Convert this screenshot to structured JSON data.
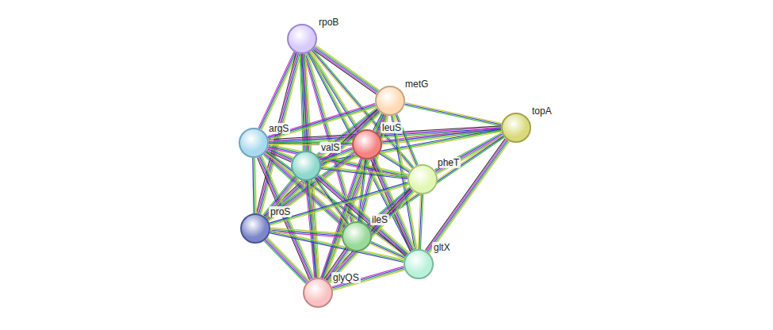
{
  "diagram": {
    "nodes": [
      {
        "text": [
          "rpoB"
        ]
      },
      {
        "text": [
          "metG"
        ]
      },
      {
        "text": [
          "topA"
        ]
      },
      {
        "text": [
          "argS"
        ]
      },
      {
        "text": [
          "leuS"
        ]
      },
      {
        "text": [
          "valS"
        ]
      },
      {
        "text": [
          "pheT"
        ]
      },
      {
        "text": [
          "proS"
        ]
      },
      {
        "text": [
          "ileS"
        ]
      },
      {
        "text": [
          "gltX"
        ]
      },
      {
        "text": [
          "glyQS"
        ]
      }
    ],
    "edges": [
      {
        "from": 0,
        "to": 1,
        "arrow": "none"
      },
      {
        "from": 0,
        "to": 3,
        "arrow": "none"
      },
      {
        "from": 0,
        "to": 4,
        "arrow": "none"
      },
      {
        "from": 0,
        "to": 5,
        "arrow": "none"
      },
      {
        "from": 0,
        "to": 6,
        "arrow": "none"
      },
      {
        "from": 0,
        "to": 7,
        "arrow": "none"
      },
      {
        "from": 0,
        "to": 8,
        "arrow": "none"
      },
      {
        "from": 0,
        "to": 9,
        "arrow": "none"
      },
      {
        "from": 0,
        "to": 10,
        "arrow": "none"
      },
      {
        "from": 2,
        "to": 1,
        "arrow": "none"
      },
      {
        "from": 2,
        "to": 3,
        "arrow": "none"
      },
      {
        "from": 2,
        "to": 4,
        "arrow": "none"
      },
      {
        "from": 2,
        "to": 5,
        "arrow": "none"
      },
      {
        "from": 2,
        "to": 6,
        "arrow": "none"
      },
      {
        "from": 2,
        "to": 8,
        "arrow": "none"
      },
      {
        "from": 2,
        "to": 9,
        "arrow": "none"
      },
      {
        "from": 1,
        "to": 3,
        "arrow": "none"
      },
      {
        "from": 1,
        "to": 4,
        "arrow": "none"
      },
      {
        "from": 1,
        "to": 5,
        "arrow": "none"
      },
      {
        "from": 1,
        "to": 6,
        "arrow": "none"
      },
      {
        "from": 1,
        "to": 7,
        "arrow": "none"
      },
      {
        "from": 1,
        "to": 8,
        "arrow": "none"
      },
      {
        "from": 1,
        "to": 9,
        "arrow": "none"
      },
      {
        "from": 1,
        "to": 10,
        "arrow": "none"
      },
      {
        "from": 3,
        "to": 4,
        "arrow": "none"
      },
      {
        "from": 3,
        "to": 5,
        "arrow": "none"
      },
      {
        "from": 3,
        "to": 6,
        "arrow": "none"
      },
      {
        "from": 3,
        "to": 7,
        "arrow": "none"
      },
      {
        "from": 3,
        "to": 8,
        "arrow": "none"
      },
      {
        "from": 3,
        "to": 9,
        "arrow": "none"
      },
      {
        "from": 3,
        "to": 10,
        "arrow": "none"
      },
      {
        "from": 4,
        "to": 5,
        "arrow": "none"
      },
      {
        "from": 4,
        "to": 6,
        "arrow": "none"
      },
      {
        "from": 4,
        "to": 7,
        "arrow": "none"
      },
      {
        "from": 4,
        "to": 8,
        "arrow": "none"
      },
      {
        "from": 4,
        "to": 9,
        "arrow": "none"
      },
      {
        "from": 4,
        "to": 10,
        "arrow": "none"
      },
      {
        "from": 5,
        "to": 6,
        "arrow": "none"
      },
      {
        "from": 5,
        "to": 7,
        "arrow": "none"
      },
      {
        "from": 5,
        "to": 8,
        "arrow": "none"
      },
      {
        "from": 5,
        "to": 9,
        "arrow": "none"
      },
      {
        "from": 5,
        "to": 10,
        "arrow": "none"
      },
      {
        "from": 6,
        "to": 7,
        "arrow": "none"
      },
      {
        "from": 6,
        "to": 8,
        "arrow": "none"
      },
      {
        "from": 6,
        "to": 9,
        "arrow": "none"
      },
      {
        "from": 6,
        "to": 10,
        "arrow": "none"
      },
      {
        "from": 7,
        "to": 8,
        "arrow": "none"
      },
      {
        "from": 7,
        "to": 9,
        "arrow": "none"
      },
      {
        "from": 7,
        "to": 10,
        "arrow": "none"
      },
      {
        "from": 8,
        "to": 9,
        "arrow": "none"
      },
      {
        "from": 8,
        "to": 10,
        "arrow": "none"
      },
      {
        "from": 9,
        "to": 10,
        "arrow": "none"
      }
    ]
  }
}
